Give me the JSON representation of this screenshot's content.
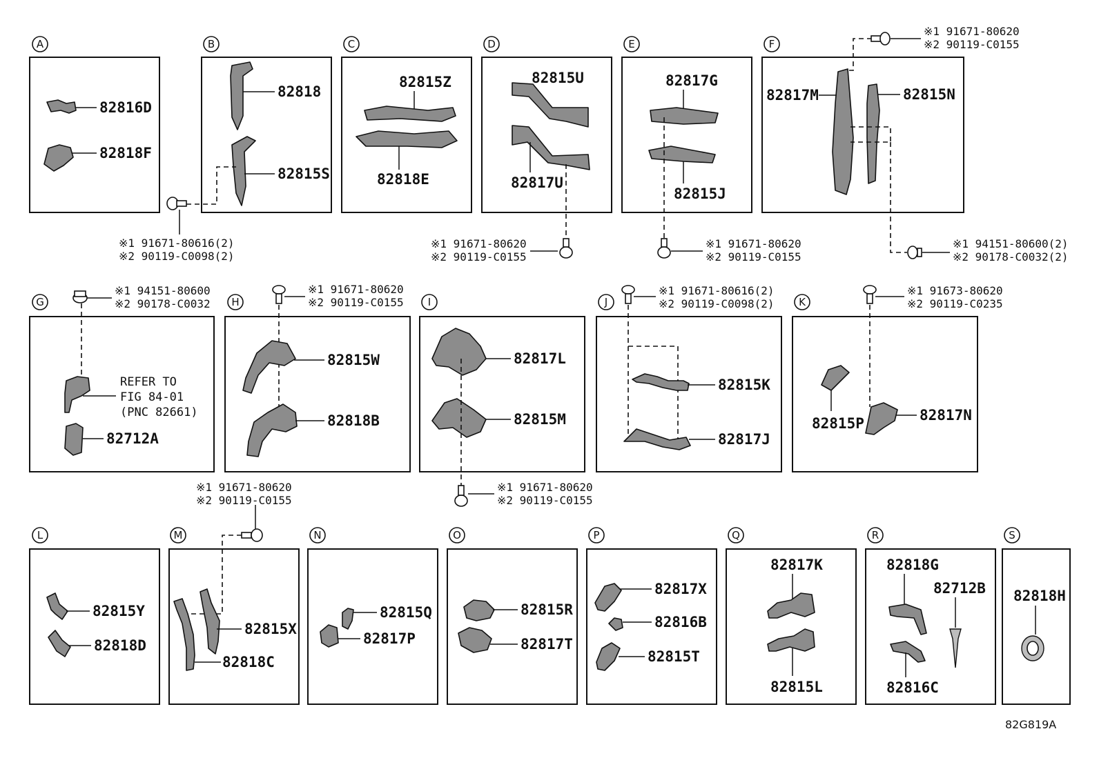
{
  "panels": [
    {
      "letter": "A",
      "parts": [
        "82816D",
        "82818F"
      ]
    },
    {
      "letter": "B",
      "parts": [
        "82818",
        "82815S"
      ]
    },
    {
      "letter": "C",
      "parts": [
        "82815Z",
        "82818E"
      ]
    },
    {
      "letter": "D",
      "parts": [
        "82815U",
        "82817U"
      ]
    },
    {
      "letter": "E",
      "parts": [
        "82817G",
        "82815J"
      ]
    },
    {
      "letter": "F",
      "parts": [
        "82817M",
        "82815N"
      ]
    },
    {
      "letter": "G",
      "parts": [
        "82712A"
      ],
      "note": [
        "REFER TO",
        "FIG 84-01",
        "(PNC 82661)"
      ]
    },
    {
      "letter": "H",
      "parts": [
        "82815W",
        "82818B"
      ]
    },
    {
      "letter": "I",
      "parts": [
        "82817L",
        "82815M"
      ]
    },
    {
      "letter": "J",
      "parts": [
        "82815K",
        "82817J"
      ]
    },
    {
      "letter": "K",
      "parts": [
        "82815P",
        "82817N"
      ]
    },
    {
      "letter": "L",
      "parts": [
        "82815Y",
        "82818D"
      ]
    },
    {
      "letter": "M",
      "parts": [
        "82815X",
        "82818C"
      ]
    },
    {
      "letter": "N",
      "parts": [
        "82815Q",
        "82817P"
      ]
    },
    {
      "letter": "O",
      "parts": [
        "82815R",
        "82817T"
      ]
    },
    {
      "letter": "P",
      "parts": [
        "82817X",
        "82816B",
        "82815T"
      ]
    },
    {
      "letter": "Q",
      "parts": [
        "82817K",
        "82815L"
      ]
    },
    {
      "letter": "R",
      "parts": [
        "82818G",
        "82712B",
        "82816C"
      ]
    },
    {
      "letter": "S",
      "parts": [
        "82818H"
      ]
    }
  ],
  "fasteners": [
    {
      "ref": "B",
      "line1": "※1 91671-80616(2)",
      "line2": "※2 90119-C0098(2)"
    },
    {
      "ref": "D",
      "line1": "※1 91671-80620",
      "line2": "※2 90119-C0155"
    },
    {
      "ref": "E",
      "line1": "※1 91671-80620",
      "line2": "※2 90119-C0155"
    },
    {
      "ref": "F-top",
      "line1": "※1 91671-80620",
      "line2": "※2 90119-C0155"
    },
    {
      "ref": "F-bottom",
      "line1": "※1 94151-80600(2)",
      "line2": "※2 90178-C0032(2)"
    },
    {
      "ref": "G",
      "line1": "※1 94151-80600",
      "line2": "※2 90178-C0032"
    },
    {
      "ref": "H",
      "line1": "※1 91671-80620",
      "line2": "※2 90119-C0155"
    },
    {
      "ref": "I",
      "line1": "※1 91671-80620",
      "line2": "※2 90119-C0155"
    },
    {
      "ref": "J",
      "line1": "※1 91671-80616(2)",
      "line2": "※2 90119-C0098(2)"
    },
    {
      "ref": "K",
      "line1": "※1 91673-80620",
      "line2": "※2 90119-C0235"
    },
    {
      "ref": "M",
      "line1": "※1 91671-80620",
      "line2": "※2 90119-C0155"
    }
  ],
  "diagram_code": "82G819A"
}
